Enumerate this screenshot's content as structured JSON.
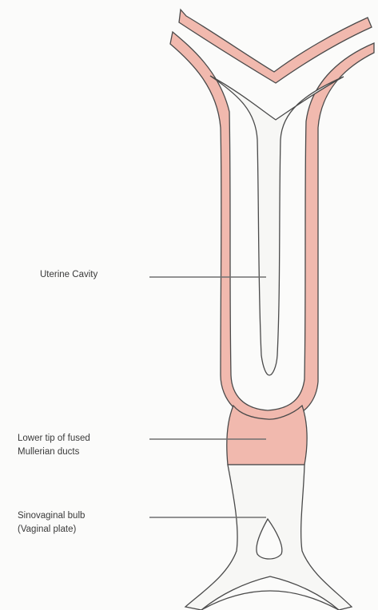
{
  "labels": {
    "uterine_cavity": "Uterine Cavity",
    "lower_tip_line1": "Lower tip of fused",
    "lower_tip_line2": "Mullerian ducts",
    "sinovaginal_line1": "Sinovaginal bulb",
    "sinovaginal_line2": "(Vaginal plate)"
  },
  "colors": {
    "tissue_pink": "#f1b9ae",
    "cavity_white": "#f7f7f5",
    "outline": "#4a4a4a",
    "leader_line": "#707070",
    "text": "#3a3a3a",
    "background": "#fbfbfa"
  }
}
